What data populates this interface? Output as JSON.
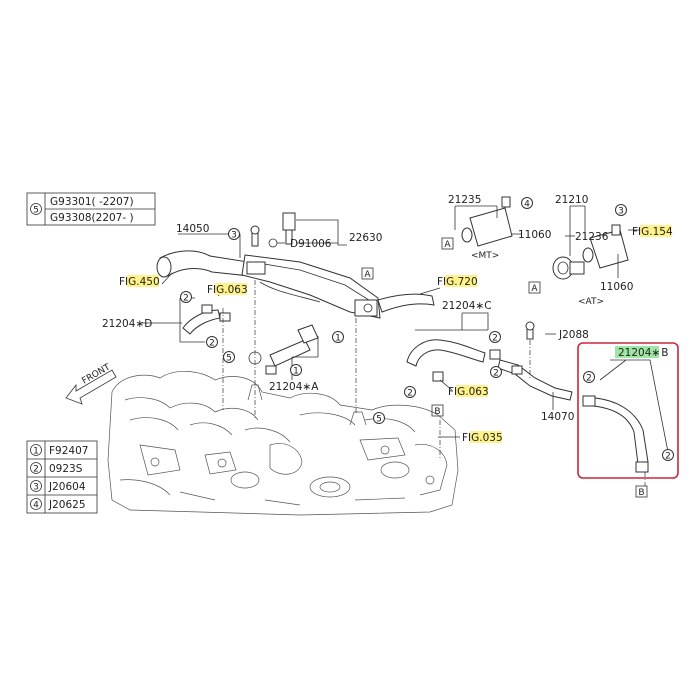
{
  "legend_top": {
    "key": "5",
    "rows": [
      "G93301( -2207)",
      "G93308(2207- )"
    ]
  },
  "legend_bottom": [
    {
      "key": "1",
      "code": "F92407"
    },
    {
      "key": "2",
      "code": "0923S"
    },
    {
      "key": "3",
      "code": "J20604"
    },
    {
      "key": "4",
      "code": "J20625"
    }
  ],
  "part_numbers": {
    "p14050": "14050",
    "p22630": "22630",
    "pD91006": "D91006",
    "p21204D": "21204∗D",
    "p21204A": "21204∗A",
    "p21204C": "21204∗C",
    "p21204B_pre": "21204∗",
    "p21204B_suf": "B",
    "pJ2088": "J2088",
    "p14070": "14070",
    "p21235": "21235",
    "p11060a": "11060",
    "p21210": "21210",
    "p21236": "21236",
    "p11060b": "11060"
  },
  "fig_refs": {
    "fig450_pre": "F",
    "fig450_hl": "IG.45",
    "fig450_suf": "0",
    "fig063a_pre": "F",
    "fig063a_hl": "IG.06",
    "fig063a_suf": "3",
    "fig720_pre": "F",
    "fig720_hl": "IG.72",
    "fig720_suf": "0",
    "fig063b_pre": "F",
    "fig063b_hl": "IG.06",
    "fig063b_suf": "3",
    "fig035_pre": "F",
    "fig035_hl": "IG.03",
    "fig035_suf": "5",
    "fig154_pre": "F",
    "fig154_hl": "IG.15",
    "fig154_suf": "4"
  },
  "transmission": {
    "mt": "<MT>",
    "at": "<AT>"
  },
  "boxes": {
    "a": "A",
    "b": "B"
  },
  "circled": {
    "one": "1",
    "two": "2",
    "three": "3",
    "four": "4",
    "five": "5"
  },
  "front_label": "FRONT",
  "colors": {
    "highlight": "#fff28a",
    "highlight_green": "#9ee6a3",
    "callout_border": "#c8283c"
  }
}
